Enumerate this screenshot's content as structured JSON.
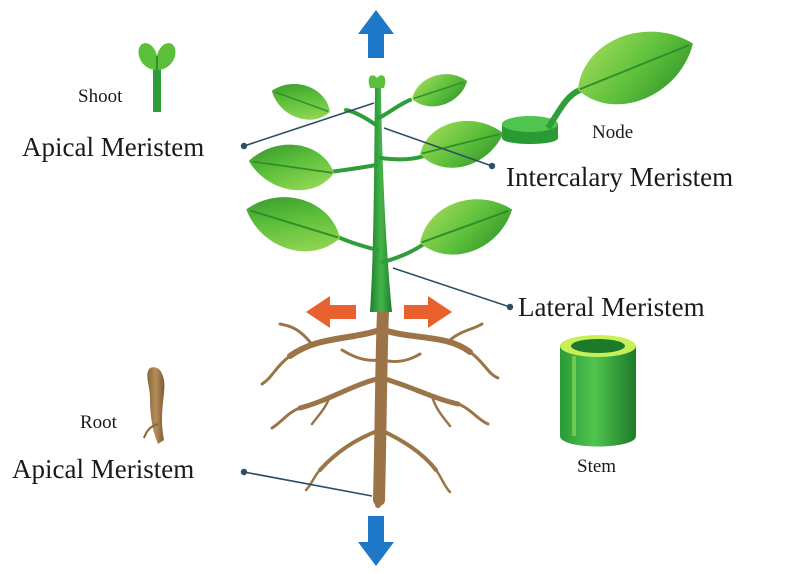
{
  "labels": {
    "shoot": "Shoot",
    "shoot_apical": "Apical Meristem",
    "node": "Node",
    "intercalary": "Intercalary Meristem",
    "lateral": "Lateral Meristem",
    "root": "Root",
    "root_apical": "Apical Meristem",
    "stem": "Stem"
  },
  "colors": {
    "leaf": "#5cbf3a",
    "leaf_dark": "#2f8f2a",
    "stem": "#2e9e3a",
    "root": "#9b7447",
    "arrow_vertical": "#1f77c8",
    "arrow_lateral": "#e8602c",
    "leader_line": "#2b4f66"
  },
  "icons": {
    "top_arrow": "up-arrow-icon",
    "bottom_arrow": "down-arrow-icon",
    "left_arrow": "left-arrow-icon",
    "right_arrow": "right-arrow-icon",
    "shoot_tip": "shoot-tip-icon",
    "root_tip": "root-tip-icon",
    "node_leaf": "node-leaf-icon",
    "stem_cylinder": "stem-cylinder-icon"
  }
}
